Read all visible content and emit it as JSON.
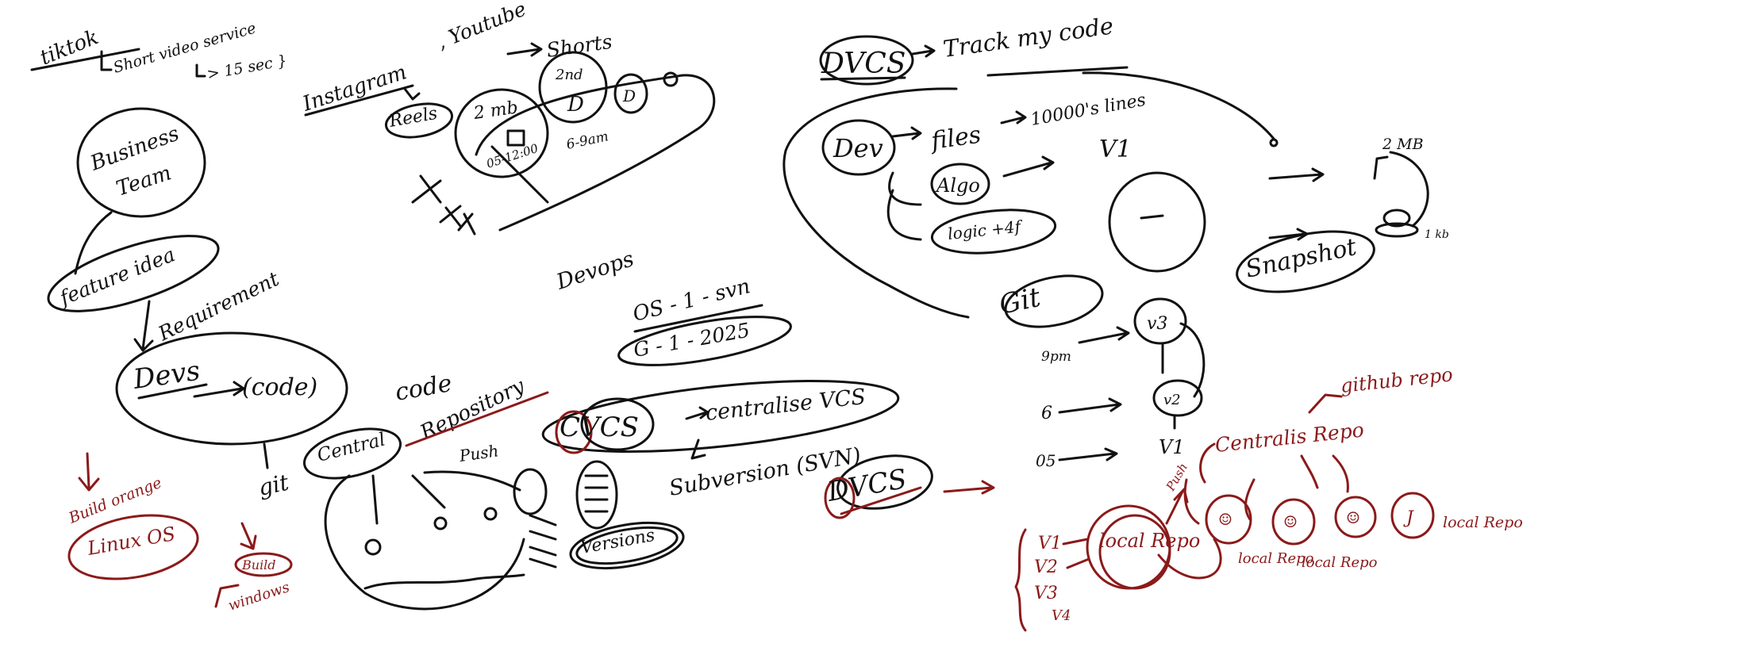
{
  "colors": {
    "ink": "#111111",
    "red_ink": "#8b1a1a",
    "background": "#ffffff"
  },
  "left": {
    "tiktok": "tiktok",
    "short_video": "Short video service",
    "duration": "> 15 sec }",
    "business_team": [
      "Business",
      "Team"
    ],
    "feature_idea": "feature idea",
    "requirement": "Requirement",
    "devs": "Devs",
    "code": "(code)",
    "git": "git",
    "build_orange": "Build orange",
    "linux_os": "Linux OS",
    "build": "Build",
    "windows": "windows"
  },
  "center": {
    "instagram": "Instagram",
    "youtube": ", Youtube",
    "reels": "Reels",
    "shorts": "Shorts",
    "two_mb": "2 mb",
    "two_nd": "2nd",
    "time_range": "05-12:00",
    "six_to_nine": "6-9am",
    "devops": "Devops",
    "os_svn": "OS - 1 - svn",
    "g_1_2025": "G - 1 - 2025",
    "code": "code",
    "central": "Central",
    "repository": "Repository",
    "push": "Push",
    "cvcs": "CVCS",
    "centralise_vcs": "centralise VCS",
    "subversion": "Subversion (SVN)",
    "versions": "Versions",
    "dvcs": "DVCS"
  },
  "right": {
    "dvcs": "DVCS",
    "track_code": "Track my code",
    "dev": "Dev",
    "files": "files",
    "lines": "10000's lines",
    "algo": "Algo",
    "logic": "logic +4f",
    "v1_top": "V1",
    "git": "Git",
    "snapshot": "Snapshot",
    "two_mb": "2 MB",
    "one_kb": "1 kb",
    "pm9": "9pm",
    "v3": "v3",
    "six": "6",
    "v2": "v2",
    "os": "05",
    "v1_bottom": "V1"
  },
  "red_notes": {
    "github_repo": "github repo",
    "central_repo": "Centralis Repo",
    "push": "Push",
    "local_repo_main": "local Repo",
    "local_repo_1": "local Repo",
    "local_repo_2": "local Repo",
    "local_repo_3": "local Repo",
    "v1": "V1",
    "v2": "V2",
    "v3": "V3",
    "v4": "V4"
  }
}
